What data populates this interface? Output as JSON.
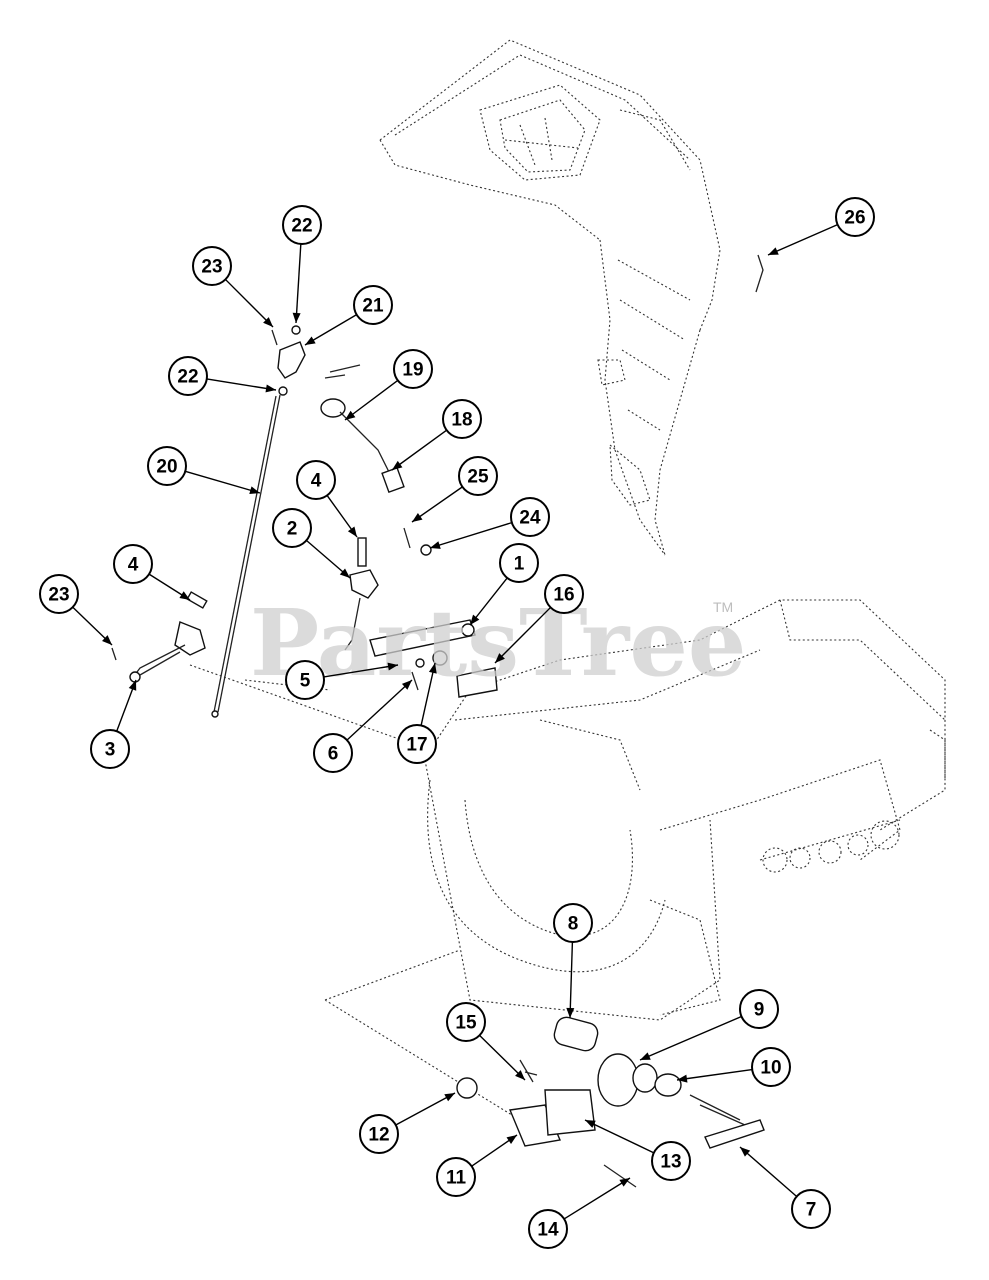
{
  "watermark": {
    "text": "PartsTree",
    "tm": "TM"
  },
  "callouts": [
    {
      "id": "c22a",
      "label": "22"
    },
    {
      "id": "c23a",
      "label": "23"
    },
    {
      "id": "c21",
      "label": "21"
    },
    {
      "id": "c22b",
      "label": "22"
    },
    {
      "id": "c19",
      "label": "19"
    },
    {
      "id": "c18",
      "label": "18"
    },
    {
      "id": "c20",
      "label": "20"
    },
    {
      "id": "c4a",
      "label": "4"
    },
    {
      "id": "c25",
      "label": "25"
    },
    {
      "id": "c24",
      "label": "24"
    },
    {
      "id": "c2",
      "label": "2"
    },
    {
      "id": "c4b",
      "label": "4"
    },
    {
      "id": "c1",
      "label": "1"
    },
    {
      "id": "c16",
      "label": "16"
    },
    {
      "id": "c23b",
      "label": "23"
    },
    {
      "id": "c5",
      "label": "5"
    },
    {
      "id": "c3",
      "label": "3"
    },
    {
      "id": "c6",
      "label": "6"
    },
    {
      "id": "c17",
      "label": "17"
    },
    {
      "id": "c26",
      "label": "26"
    },
    {
      "id": "c8",
      "label": "8"
    },
    {
      "id": "c9",
      "label": "9"
    },
    {
      "id": "c10",
      "label": "10"
    },
    {
      "id": "c15",
      "label": "15"
    },
    {
      "id": "c12",
      "label": "12"
    },
    {
      "id": "c13",
      "label": "13"
    },
    {
      "id": "c11",
      "label": "11"
    },
    {
      "id": "c7",
      "label": "7"
    },
    {
      "id": "c14",
      "label": "14"
    }
  ]
}
